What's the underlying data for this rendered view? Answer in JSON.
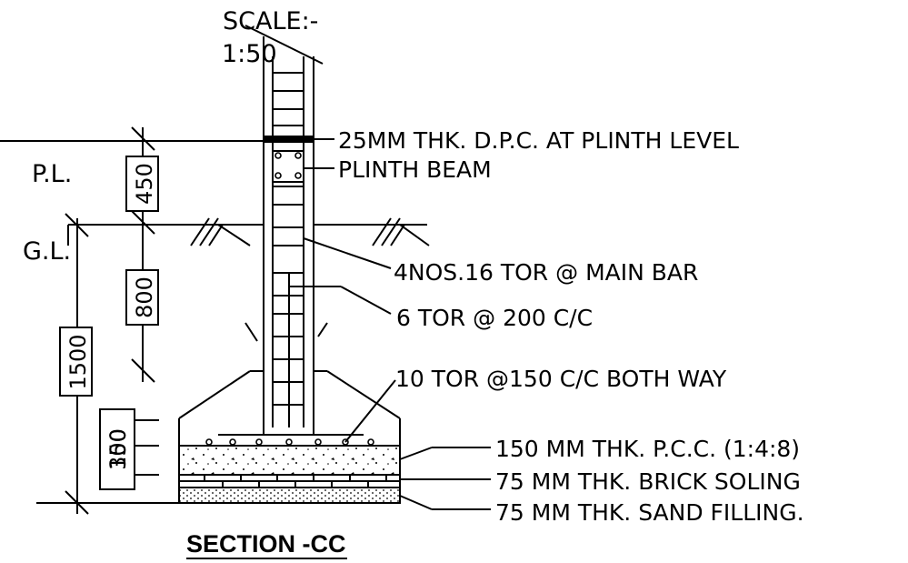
{
  "scale": {
    "line1": "SCALE:-",
    "line2": "1:50"
  },
  "levels": {
    "plinth": "P.L.",
    "ground": "G.L."
  },
  "dimensions": {
    "plinth_height": "450",
    "depth_below_gl": "800",
    "total_depth": "1500",
    "footing_a": "150",
    "footing_b": "300"
  },
  "labels": {
    "dpc": "25MM THK. D.P.C. AT PLINTH LEVEL",
    "plinth_beam": "PLINTH BEAM",
    "main_bar": "4NOS.16 TOR @   MAIN BAR",
    "stirrup": "6 TOR @ 200 C/C",
    "footing_bar": "10 TOR @150 C/C BOTH WAY",
    "pcc": "150  MM THK. P.C.C. (1:4:8)",
    "brick_soling": "75    MM THK. BRICK SOLING",
    "sand_filling": "75    MM THK. SAND FILLING."
  },
  "title": "SECTION -CC"
}
